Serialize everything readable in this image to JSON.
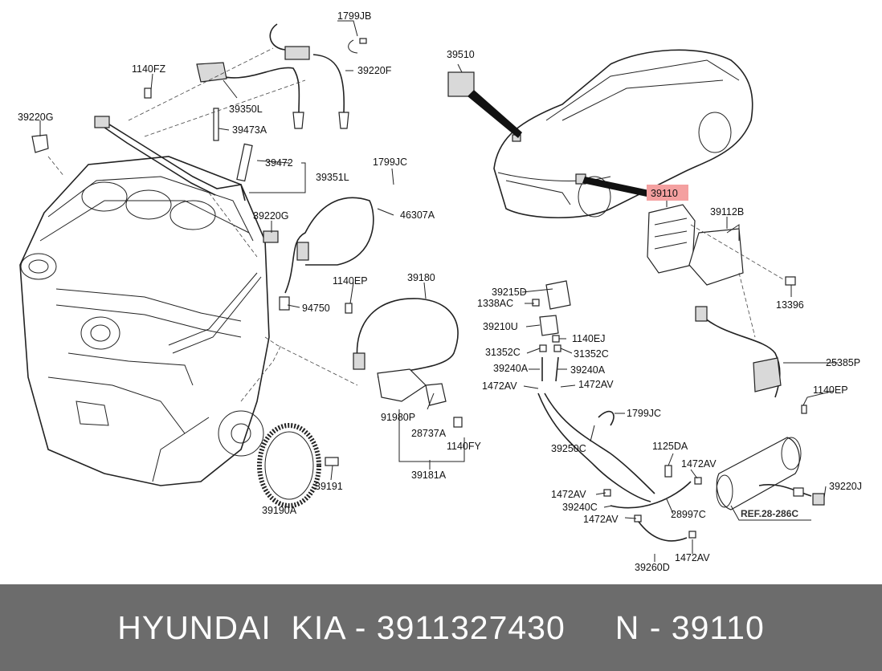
{
  "parts": [
    {
      "key": "p1799jb",
      "label": "1799JB"
    },
    {
      "key": "p1140fz",
      "label": "1140FZ"
    },
    {
      "key": "p39220f",
      "label": "39220F"
    },
    {
      "key": "p39350l",
      "label": "39350L"
    },
    {
      "key": "p39220g_a",
      "label": "39220G"
    },
    {
      "key": "p39473a",
      "label": "39473A"
    },
    {
      "key": "p39472",
      "label": "39472"
    },
    {
      "key": "p39351l",
      "label": "39351L"
    },
    {
      "key": "p1799jc_a",
      "label": "1799JC"
    },
    {
      "key": "p39220g_b",
      "label": "39220G"
    },
    {
      "key": "p46307a",
      "label": "46307A"
    },
    {
      "key": "p1140ep_a",
      "label": "1140EP"
    },
    {
      "key": "p39180",
      "label": "39180"
    },
    {
      "key": "p94750",
      "label": "94750"
    },
    {
      "key": "p91980p",
      "label": "91980P"
    },
    {
      "key": "p28737a",
      "label": "28737A"
    },
    {
      "key": "p1140fy",
      "label": "1140FY"
    },
    {
      "key": "p39181a",
      "label": "39181A"
    },
    {
      "key": "p39191",
      "label": "39191"
    },
    {
      "key": "p39190a",
      "label": "39190A"
    },
    {
      "key": "p39510",
      "label": "39510"
    },
    {
      "key": "p39110",
      "label": "39110"
    },
    {
      "key": "p39112b",
      "label": "39112B"
    },
    {
      "key": "p13396",
      "label": "13396"
    },
    {
      "key": "p39215d",
      "label": "39215D"
    },
    {
      "key": "p1338ac",
      "label": "1338AC"
    },
    {
      "key": "p39210u",
      "label": "39210U"
    },
    {
      "key": "p1140ej",
      "label": "1140EJ"
    },
    {
      "key": "p31352c_a",
      "label": "31352C"
    },
    {
      "key": "p31352c_b",
      "label": "31352C"
    },
    {
      "key": "p39240a_a",
      "label": "39240A"
    },
    {
      "key": "p39240a_b",
      "label": "39240A"
    },
    {
      "key": "p1472av_a",
      "label": "1472AV"
    },
    {
      "key": "p1472av_b",
      "label": "1472AV"
    },
    {
      "key": "p25385p",
      "label": "25385P"
    },
    {
      "key": "p1140ep_b",
      "label": "1140EP"
    },
    {
      "key": "p1799jc_b",
      "label": "1799JC"
    },
    {
      "key": "p39250c",
      "label": "39250C"
    },
    {
      "key": "p1125da",
      "label": "1125DA"
    },
    {
      "key": "p1472av_c",
      "label": "1472AV"
    },
    {
      "key": "p39220j",
      "label": "39220J"
    },
    {
      "key": "p1472av_d",
      "label": "1472AV"
    },
    {
      "key": "p39240c",
      "label": "39240C"
    },
    {
      "key": "p28997c",
      "label": "28997C"
    },
    {
      "key": "p1472av_e",
      "label": "1472AV"
    },
    {
      "key": "p39260d",
      "label": "39260D"
    },
    {
      "key": "p1472av_f",
      "label": "1472AV"
    }
  ],
  "reference_label": "REF.28-286C",
  "highlighted_part": "39110",
  "footer": {
    "text": "HYUNDAI  KIA - 3911327430     N - 39110"
  },
  "colors": {
    "highlight": "#f4a0a0",
    "footer_bg": "#6c6c6c",
    "footer_text": "#ffffff"
  }
}
